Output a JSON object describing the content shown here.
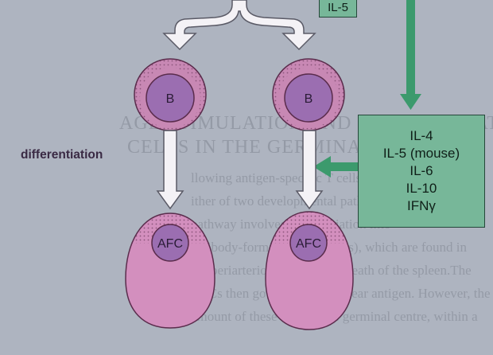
{
  "diagram": {
    "left_label": "differentiation",
    "cells": {
      "b_cell_label": "B",
      "afc_label": "AFC"
    },
    "top_box": {
      "text": "IL-5"
    },
    "cytokine_box": {
      "lines": [
        "IL-4",
        "IL-5 (mouse)",
        "IL-6",
        "IL-10",
        "IFNγ"
      ]
    },
    "background_text": {
      "heading_line_1": "AGE STIMULATION AND DIFFERENTIATION OF B",
      "heading_line_2": "CELLS IN THE GERMINAL CENTRE",
      "body_lines": [
        "llowing antigen-specific T cells can follow",
        "ither of two developmental pathways. The first",
        "pathway involves differentiation into",
        "antibody-forming cells (AFCs), which are found in",
        "the periarteriolar lymphoid sheath of the spleen.The",
        "AFCs then go on to rapidly clear antigen. However, the small",
        "amount of these cells in the germinal centre, within a"
      ]
    },
    "colors": {
      "cell_outer": "#c888b4",
      "cell_nucleus": "#9b6eb1",
      "arrow_green": "#3c9a6d",
      "box_green": "#77b799"
    }
  }
}
